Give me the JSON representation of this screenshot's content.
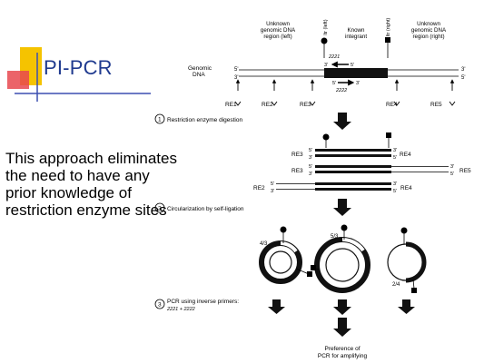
{
  "slide": {
    "title": "PI-PCR",
    "body_lines": [
      "This approach eliminates",
      " the need to have any",
      " prior knowledge of",
      " restriction enzyme sites"
    ]
  },
  "diagram": {
    "header": {
      "unknown_left": [
        "Unknown",
        "genomic DNA",
        "region (left)"
      ],
      "known": [
        "Known",
        "integrant"
      ],
      "unknown_right": [
        "Unknown",
        "genomic DNA",
        "region (right)"
      ],
      "ltr_left": "ltr (left)",
      "ltr_right": "ltr (right)"
    },
    "genomic_dna_label": [
      "Genomic",
      "DNA"
    ],
    "primer_top": "2221",
    "primer_bottom": "2222",
    "re_sites": [
      "RE1",
      "RE2",
      "RE3",
      "RE4",
      "RE5"
    ],
    "ends": {
      "five": "5'",
      "three": "3'"
    },
    "steps": [
      {
        "num": "1",
        "label": "Restriction enzyme digestion"
      },
      {
        "num": "2",
        "label": "Circularization by self-ligation"
      },
      {
        "num": "3",
        "label": "PCR using inverse primers:",
        "sub": "2221 + 2222"
      }
    ],
    "fragments": [
      {
        "left": "RE3",
        "right": "RE4"
      },
      {
        "left": "RE3",
        "right": "RE5"
      },
      {
        "left": "RE2",
        "right": "RE4"
      }
    ],
    "circle_labels": [
      "4/3",
      "5/3",
      "2/4"
    ],
    "preference": [
      "Preference of",
      "PCR for amplifying"
    ]
  },
  "colors": {
    "title": "#1f3a8f",
    "logo_yellow": "#f5c300",
    "logo_red": "#e8484f",
    "logo_blue": "#3b4fb0"
  }
}
